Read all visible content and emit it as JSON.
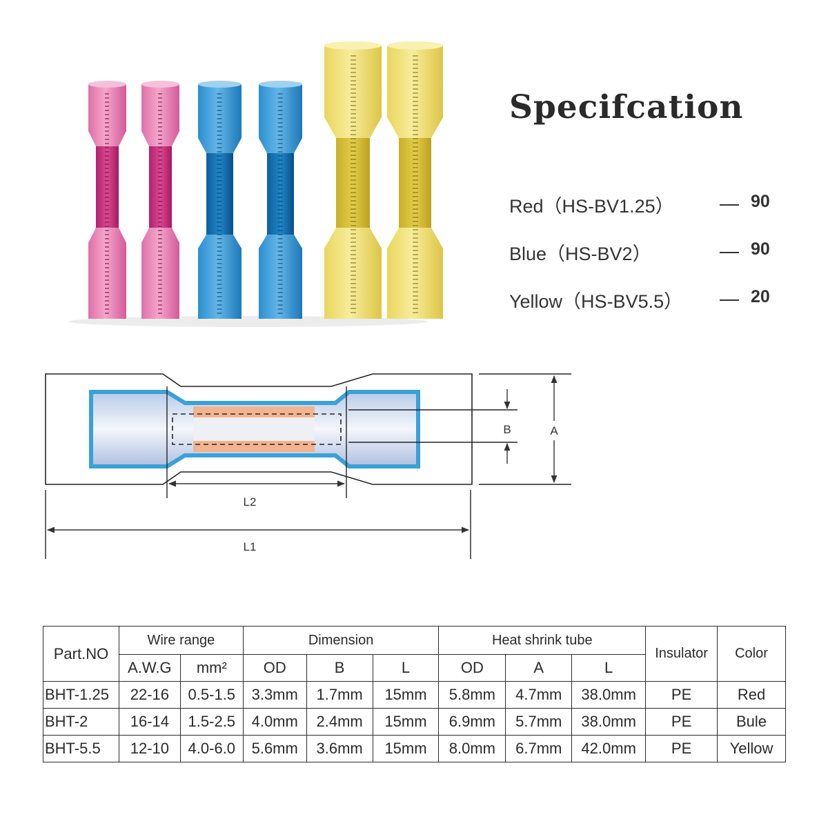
{
  "spec": {
    "title": "Specifcation",
    "items": [
      {
        "name": "Red（HS-BV1.25）",
        "qty": "90"
      },
      {
        "name": "Blue（HS-BV2）",
        "qty": "90"
      },
      {
        "name": "Yellow（HS-BV5.5）",
        "qty": "20"
      }
    ]
  },
  "connectors": {
    "colors": {
      "red": "#d84a92",
      "blue": "#1f86c6",
      "yellow": "#e8d24a"
    }
  },
  "diagram": {
    "labels": {
      "b": "B",
      "a": "A",
      "l2": "L2",
      "l1": "L1"
    },
    "colors": {
      "tube": "#3aa0d8",
      "sleeve": "#f2b48e",
      "outline": "#222222"
    }
  },
  "table": {
    "part_no_header": "Part.NO",
    "groups": {
      "wire_range": "Wire range",
      "dimension": "Dimension",
      "heat_shrink": "Heat shrink tube",
      "insulator": "Insulator",
      "color": "Color"
    },
    "subheaders": [
      "A.W.G",
      "mm²",
      "OD",
      "B",
      "L",
      "OD",
      "A",
      "L"
    ],
    "rows": [
      [
        "BHT-1.25",
        "22-16",
        "0.5-1.5",
        "3.3mm",
        "1.7mm",
        "15mm",
        "5.8mm",
        "4.7mm",
        "38.0mm",
        "PE",
        "Red"
      ],
      [
        "BHT-2",
        "16-14",
        "1.5-2.5",
        "4.0mm",
        "2.4mm",
        "15mm",
        "6.9mm",
        "5.7mm",
        "38.0mm",
        "PE",
        "Bule"
      ],
      [
        "BHT-5.5",
        "12-10",
        "4.0-6.0",
        "5.6mm",
        "3.6mm",
        "15mm",
        "8.0mm",
        "6.7mm",
        "42.0mm",
        "PE",
        "Yellow"
      ]
    ]
  }
}
